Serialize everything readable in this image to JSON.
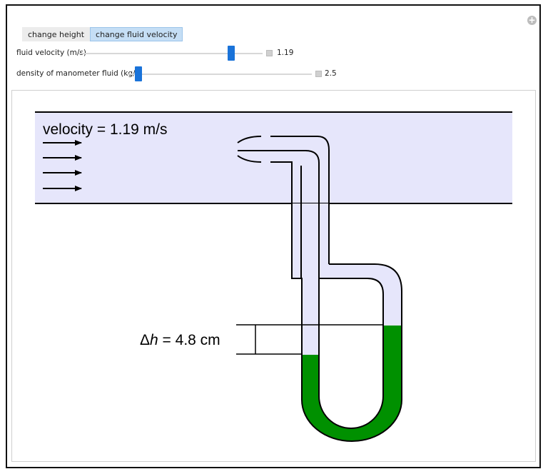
{
  "tabs": [
    {
      "label": "change height",
      "active": false
    },
    {
      "label": "change fluid velocity",
      "active": true
    }
  ],
  "controls": {
    "velocity_slider": {
      "label": "fluid velocity (m/s)",
      "value": "1.19",
      "fraction": 0.83
    },
    "density_slider": {
      "label": "density of manometer fluid (kg/L)",
      "value": "2.5",
      "fraction": 0.06
    }
  },
  "diagram": {
    "velocity_label": "velocity = 1.19 m/s",
    "delta_symbol": "Δ",
    "h_symbol": "h",
    "delta_h_rest": " = 4.8 cm",
    "colors": {
      "pipe_fluid": "#e6e6fb",
      "manometer_fluid": "#009000",
      "stroke": "#000000"
    }
  },
  "icons": {
    "corner": "plus-circle-icon",
    "slider_step": "plus-square-icon"
  }
}
